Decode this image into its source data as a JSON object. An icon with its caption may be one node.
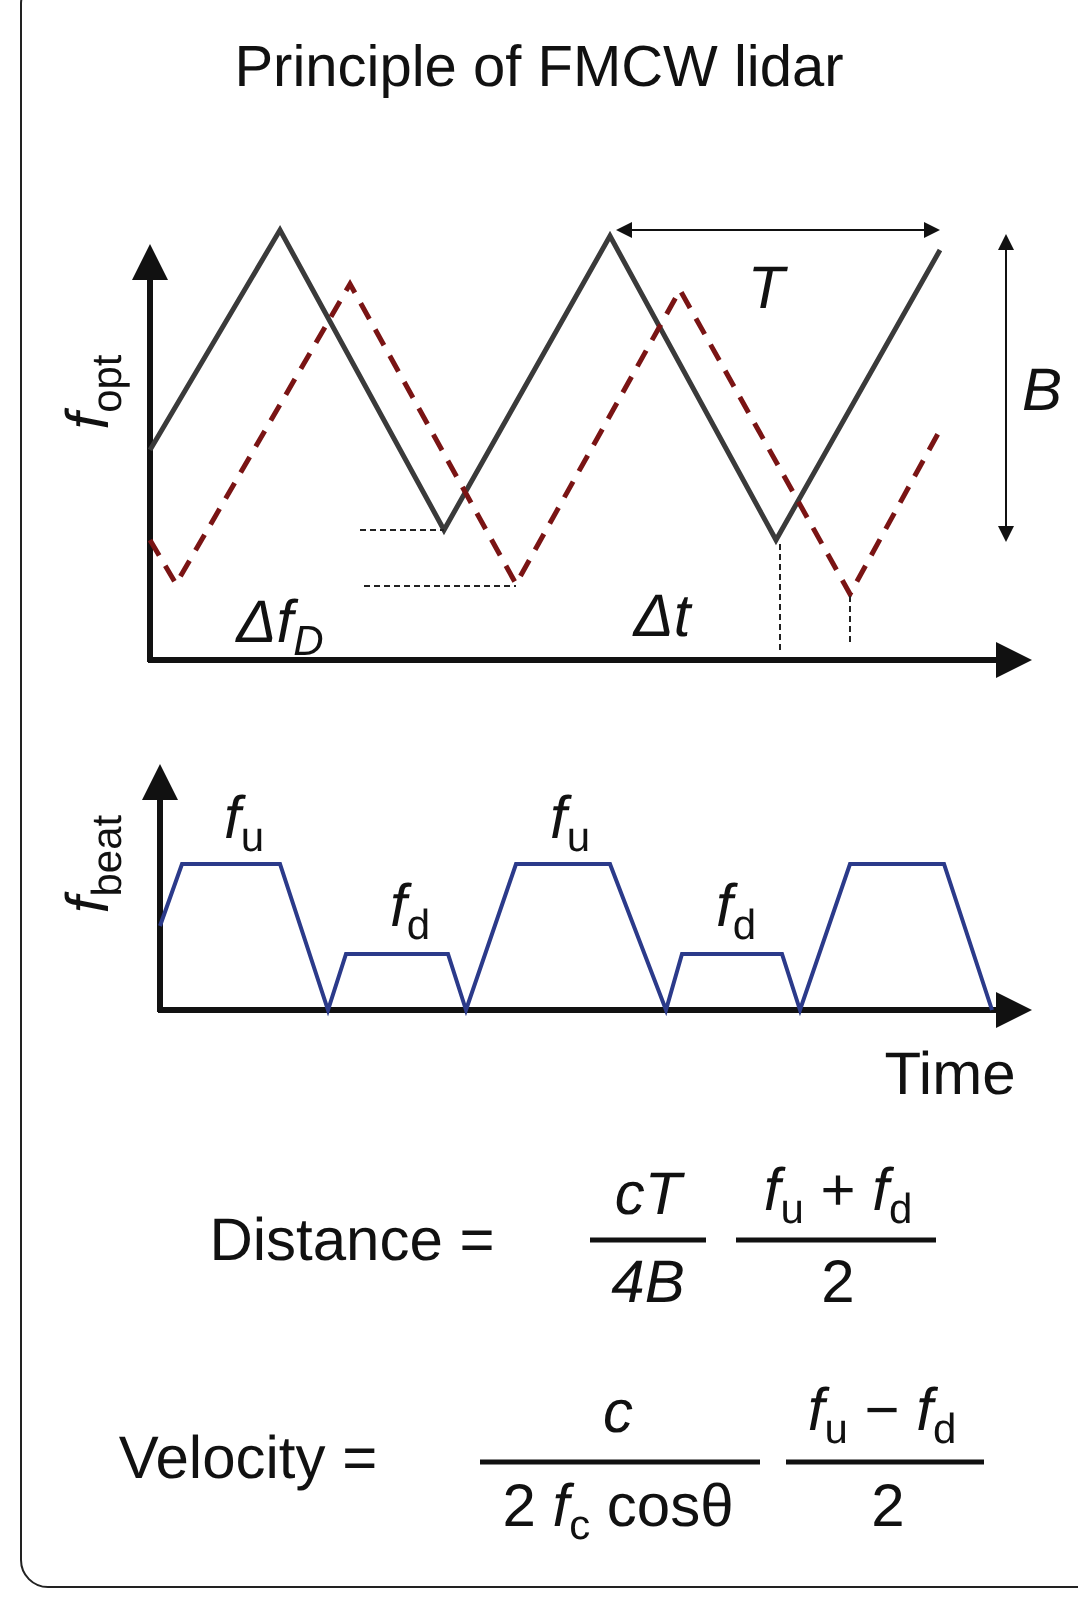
{
  "diagram": {
    "title": "Principle of FMCW lidar",
    "labels": [
      "*f*$_{opt}$",
      "T",
      "B",
      "Δf$_{D}$",
      "Δt",
      "*f*$_{beat}$",
      "*f*$_{u}$",
      "*f*$_{d}$",
      "*f*$_{u}$",
      "*f*$_{d}$",
      "Time",
      "Distance =",
      "cT",
      "4B",
      "*f*$_{u}$ + *f*$_{d}$",
      "2",
      "Velocity =",
      "c",
      "2 *f*$_{c}$ cosθ",
      "*f*$_{u}$ − *f*$_{d}$",
      "2"
    ]
  }
}
